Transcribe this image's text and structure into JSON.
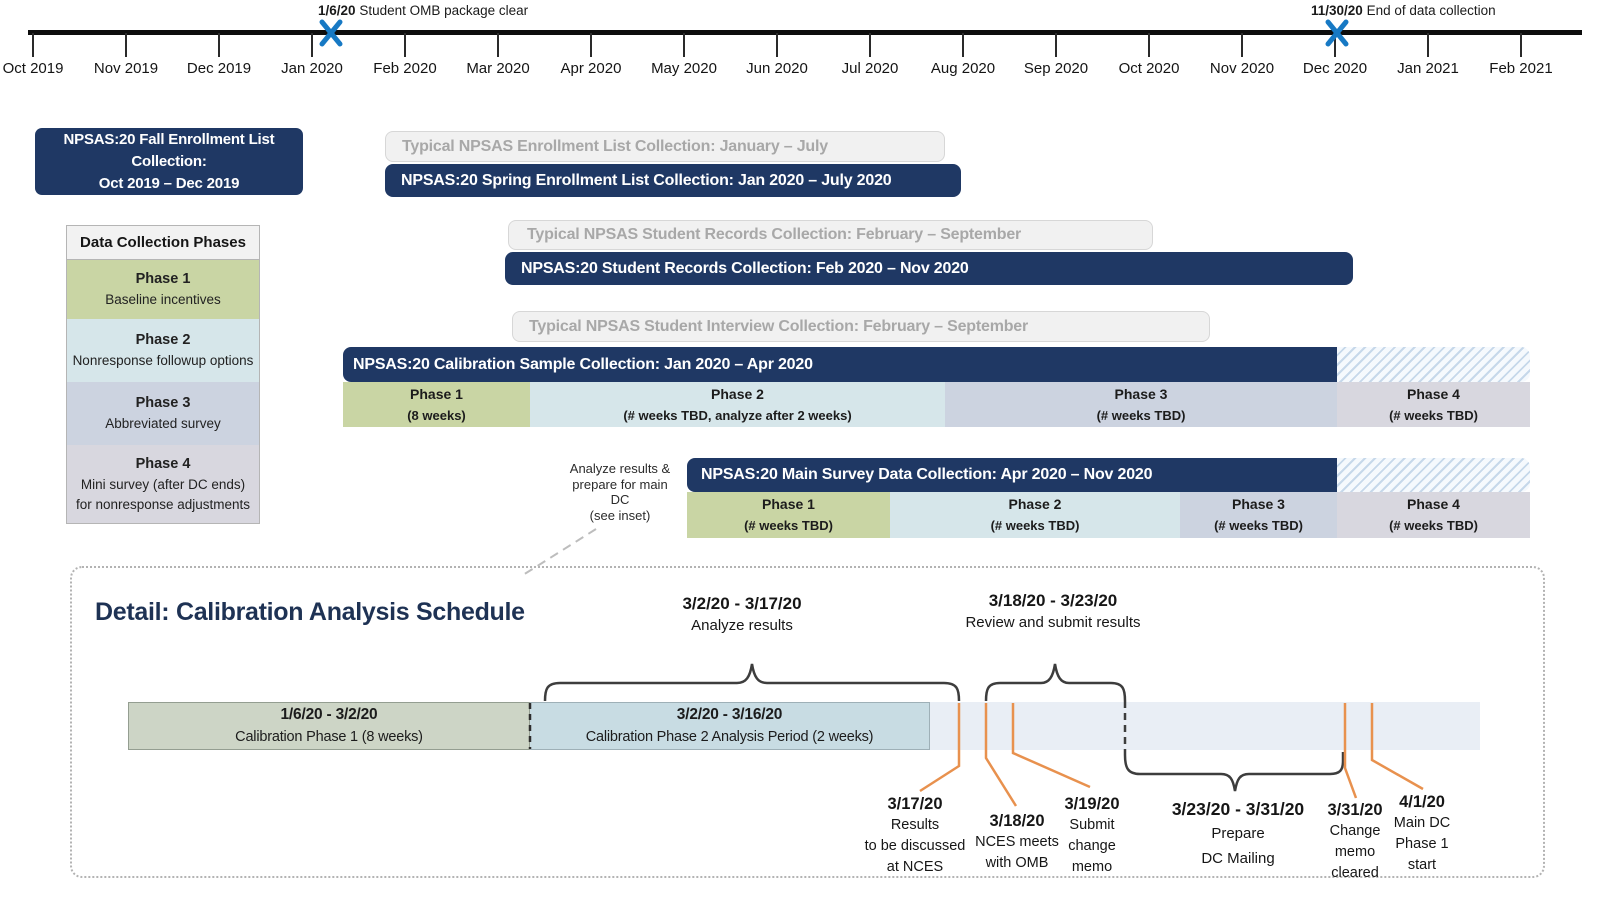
{
  "timeline": {
    "months": [
      "Oct 2019",
      "Nov 2019",
      "Dec 2019",
      "Jan 2020",
      "Feb 2020",
      "Mar 2020",
      "Apr 2020",
      "May 2020",
      "Jun 2020",
      "Jul 2020",
      "Aug 2020",
      "Sep 2020",
      "Oct 2020",
      "Nov 2020",
      "Dec 2020",
      "Jan 2021",
      "Feb 2021"
    ],
    "annotations": [
      {
        "date": "1/6/20",
        "text": "Student OMB package clear"
      },
      {
        "date": "11/30/20",
        "text": "End of data collection"
      }
    ]
  },
  "bars": {
    "fall_lines": [
      "NPSAS:20 Fall Enrollment List",
      "Collection:",
      "Oct 2019 – Dec 2019"
    ],
    "typical_enrollment": "Typical NPSAS Enrollment List Collection: January – July",
    "spring_enrollment": "NPSAS:20 Spring Enrollment List Collection: Jan 2020 – July 2020",
    "typical_records": "Typical NPSAS Student Records Collection: February – September",
    "records": "NPSAS:20 Student Records Collection: Feb 2020 – Nov 2020",
    "typical_interview": "Typical NPSAS Student Interview Collection: February – September",
    "calibration": "NPSAS:20 Calibration Sample Collection: Jan 2020 – Apr 2020",
    "main_survey": "NPSAS:20 Main Survey Data Collection: Apr 2020 – Nov 2020"
  },
  "legend": {
    "title": "Data Collection Phases",
    "items": [
      {
        "name": "Phase 1",
        "desc_lines": [
          "Baseline incentives"
        ],
        "color": "#c9d5a4"
      },
      {
        "name": "Phase 2",
        "desc_lines": [
          "Nonresponse followup options"
        ],
        "color": "#d6e6ea"
      },
      {
        "name": "Phase 3",
        "desc_lines": [
          "Abbreviated survey"
        ],
        "color": "#ccd3e0"
      },
      {
        "name": "Phase 4",
        "desc_lines": [
          "Mini survey (after DC ends)",
          "for nonresponse adjustments"
        ],
        "color": "#d8d7df"
      }
    ]
  },
  "calibration_phases": [
    {
      "name": "Phase 1",
      "detail": "(8 weeks)"
    },
    {
      "name": "Phase 2",
      "detail": "(# weeks TBD, analyze after 2 weeks)"
    },
    {
      "name": "Phase 3",
      "detail": "(# weeks TBD)"
    },
    {
      "name": "Phase 4",
      "detail": "(# weeks TBD)"
    }
  ],
  "main_phases": [
    {
      "name": "Phase 1",
      "detail": "(# weeks TBD)"
    },
    {
      "name": "Phase 2",
      "detail": "(# weeks TBD)"
    },
    {
      "name": "Phase 3",
      "detail": "(# weeks TBD)"
    },
    {
      "name": "Phase 4",
      "detail": "(# weeks TBD)"
    }
  ],
  "analyze_note_lines": [
    "Analyze results &",
    "prepare for main",
    "DC",
    "(see inset)"
  ],
  "inset": {
    "title": "Detail: Calibration Analysis Schedule",
    "bars": [
      {
        "date": "1/6/20 - 3/2/20",
        "label": "Calibration Phase 1 (8 weeks)"
      },
      {
        "date": "3/2/20 - 3/16/20",
        "label": "Calibration Phase 2 Analysis Period (2 weeks)"
      }
    ],
    "braces": [
      {
        "date": "3/2/20 - 3/17/20",
        "label": "Analyze results"
      },
      {
        "date": "3/18/20 - 3/23/20",
        "label": "Review and submit results"
      }
    ],
    "callouts": [
      {
        "date": "3/17/20",
        "lines": [
          "Results",
          "to be discussed",
          "at NCES"
        ]
      },
      {
        "date": "3/18/20",
        "lines": [
          "NCES meets",
          "with OMB"
        ]
      },
      {
        "date": "3/19/20",
        "lines": [
          "Submit",
          "change",
          "memo"
        ]
      },
      {
        "date": "3/23/20 - 3/31/20",
        "lines": [
          "Prepare",
          "DC Mailing"
        ]
      },
      {
        "date": "3/31/20",
        "lines": [
          "Change",
          "memo",
          "cleared"
        ]
      },
      {
        "date": "4/1/20",
        "lines": [
          "Main DC",
          "Phase 1",
          "start"
        ]
      }
    ]
  },
  "colors": {
    "navy": "#1f3864",
    "typical_gray_bg": "#f1f1f1",
    "typical_gray_text": "#a8a8a8",
    "phase1_green": "#c9d5a4",
    "phase2_blue": "#d6e6ea",
    "phase3_lavender": "#ccd3e0",
    "phase4_gray": "#d8d7df",
    "inset_bar1": "#cdd5c6",
    "inset_bar2": "#c8dce3",
    "inset_bar3": "#e9eef5",
    "orange": "#e8914e",
    "marker_blue": "#1779c4",
    "brace_gray": "#3d3d3d"
  }
}
